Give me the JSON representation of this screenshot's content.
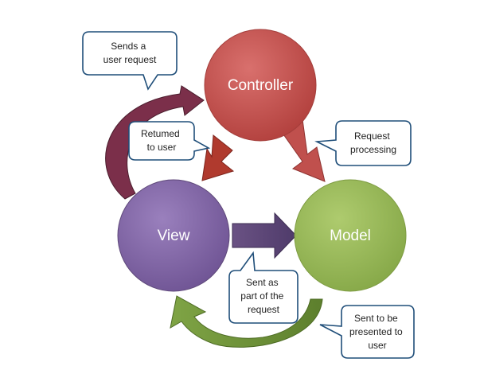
{
  "nodes": {
    "controller": {
      "label": "Controller",
      "color": "#c0504d"
    },
    "view": {
      "label": "View",
      "color": "#8064a2"
    },
    "model": {
      "label": "Model",
      "color": "#9bbb59"
    }
  },
  "callouts": {
    "sends_request": {
      "lines": [
        "Sends a",
        "user request"
      ]
    },
    "returned": {
      "lines": [
        "Retumed",
        "to user"
      ]
    },
    "request_processing": {
      "lines": [
        "Request",
        "processing"
      ]
    },
    "sent_as_part": {
      "lines": [
        "Sent as",
        "part of the",
        "request"
      ]
    },
    "sent_to_presented": {
      "lines": [
        "Sent to be",
        "presented to",
        "user"
      ]
    }
  },
  "colors": {
    "callout_border": "#1f4e79",
    "arrow_view_to_controller": "#7b2f4a",
    "arrow_controller_to_view": "#b03a2e",
    "arrow_controller_to_model": "#c0504d",
    "arrow_view_to_model": "#5f497a",
    "arrow_model_to_view": "#6e8f36"
  }
}
